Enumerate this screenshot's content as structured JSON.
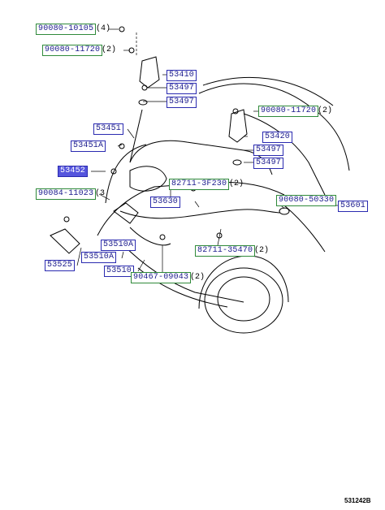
{
  "labels": {
    "p90080_10105": "90080-10105",
    "p90080_11720_a": "90080-11720",
    "p53410": "53410",
    "p53497_a": "53497",
    "p53497_b": "53497",
    "p90080_11720_b": "90080-11720",
    "p53451": "53451",
    "p53420": "53420",
    "p53451A": "53451A",
    "p53497_c": "53497",
    "p53497_d": "53497",
    "p53452": "53452",
    "p90084_11023": "90084-11023",
    "p82711_3F230": "82711-3F230",
    "p90080_50330": "90080-50330",
    "p53630": "53630",
    "p53601": "53601",
    "p53510A_a": "53510A",
    "p82711_35470": "82711-35470",
    "p53525": "53525",
    "p53510A_b": "53510A",
    "p53510": "53510",
    "p90467_09043": "90467-09043"
  },
  "quantities": {
    "q90080_10105": "(4)",
    "q90080_11720_a": "(2)",
    "q90080_11720_b": "(2)",
    "q90084_11023": "(3",
    "q82711_3F230": "(2)",
    "q82711_35470": "(2)",
    "q90467_09043": "(2)"
  },
  "drawing_code": "531242B",
  "colors": {
    "green_border": "#2f8a3a",
    "blue_border": "#2a2ab0",
    "label_text": "#1a1a8c",
    "highlight": "#5555dd"
  }
}
